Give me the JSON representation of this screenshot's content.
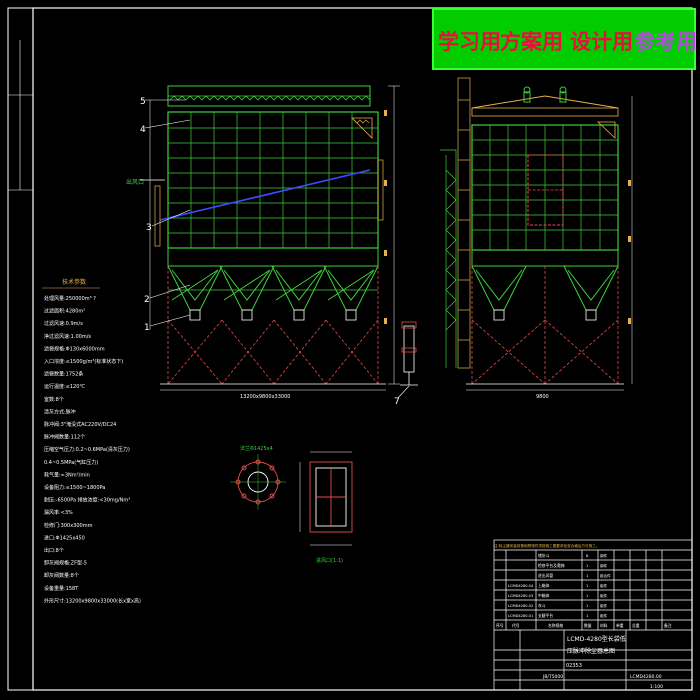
{
  "banner": {
    "items": [
      "学习用",
      "方案用",
      "设计用",
      "参考用"
    ]
  },
  "spec_table": {
    "heading": "技术参数",
    "rows": [
      "处理风量:250000m³   ?",
      "过滤面积:4280m²",
      "过滤风速:0.9m/s",
      "净过滤风速:1.00m/s",
      "滤袋规格:Φ130x6000mm",
      "入口浓度:≤1500g/m³(标准状态下)",
      "滤袋数量:1752条",
      "运行温度:≤120℃",
      "室数:8个",
      "清灰方式:脉冲",
      "脉冲阀:3\"淹没式AC220V/DC24",
      "脉冲阀数量:112个",
      "压缩空气压力:0.2~0.6MPa(清灰压力)",
      "0.4~0.5MPa(气缸压力)",
      "耗气量:≈3Nm³/min",
      "设备阻力:≤1500~1800Pa",
      "耐压:-6500Pa   排放浓度:<30mg/Nm³",
      "漏风率:<3%",
      "检修门:300x300mm",
      "进口:Φ1425x450",
      "出口:8个",
      "卸灰阀规格:ZF型-5",
      "卸灰阀数量:8个",
      "设备重量:158T",
      "外形尺寸:13200x9800x33000(长x宽x高)"
    ]
  },
  "left_view": {
    "callouts": [
      "5",
      "4",
      "3",
      "2",
      "1"
    ],
    "outlet_label": "出风口",
    "overall_dim": "13200x9800x33000"
  },
  "right_view": {
    "width_dim": "9800"
  },
  "small_view": {
    "flange_label": "法兰Φ1425x4",
    "detail_label": "进风口(1:1)"
  },
  "callout_7": "7",
  "parts_list": {
    "note": "注:除尘器安装前基础预埋件须按施工图要求检查合格后方可施工。",
    "rows": [
      {
        "no": "",
        "code": "",
        "name": "储灰斗",
        "qty": "8",
        "unit": "",
        "mat": "钢件",
        "wt": ""
      },
      {
        "no": "",
        "code": "",
        "name": "检修平台及爬梯",
        "qty": "1",
        "unit": "",
        "mat": "钢件",
        "wt": ""
      },
      {
        "no": "",
        "code": "",
        "name": "进出风管",
        "qty": "1",
        "unit": "",
        "mat": "组合件",
        "wt": ""
      },
      {
        "no": "",
        "code": "LCMD4280.04",
        "name": "上箱体",
        "qty": "1",
        "unit": "",
        "mat": "组件",
        "wt": ""
      },
      {
        "no": "",
        "code": "LCMD4280.03",
        "name": "中箱体",
        "qty": "1",
        "unit": "",
        "mat": "组件",
        "wt": ""
      },
      {
        "no": "",
        "code": "LCMD4280.02",
        "name": "灰斗",
        "qty": "1",
        "unit": "",
        "mat": "组件",
        "wt": ""
      },
      {
        "no": "",
        "code": "LCMD4280.01",
        "name": "支腿平台",
        "qty": "1",
        "unit": "",
        "mat": "组件",
        "wt": ""
      }
    ],
    "headers": [
      "序号",
      "代号",
      "名称规格",
      "数量",
      "材料",
      "单重",
      "总重",
      "备注"
    ]
  },
  "title_block": {
    "drawing_title_1": "LCMD-4280型长袋低",
    "drawing_title_2": "压脉冲除尘器总图",
    "drawing_no": "LCMD4280.00",
    "standard": "JB/T5000",
    "scale": "1:100",
    "company": "02353"
  }
}
